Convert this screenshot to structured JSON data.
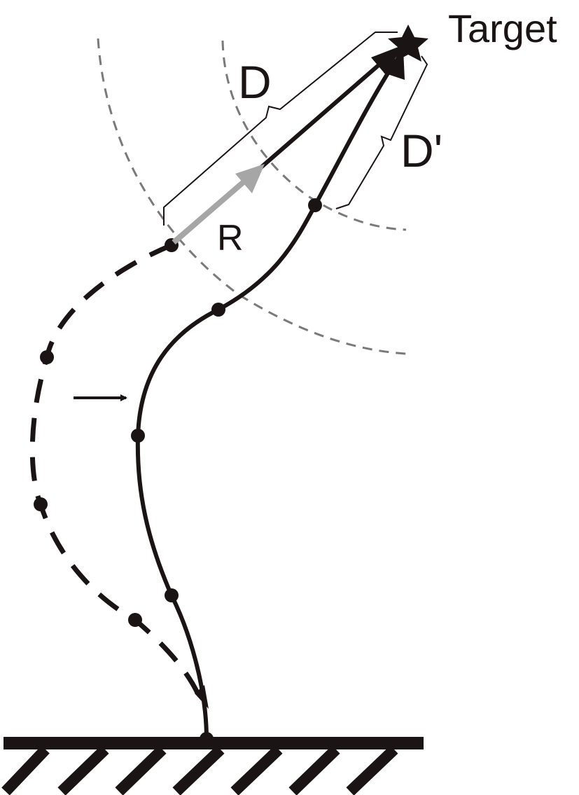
{
  "labels": {
    "target": "Target",
    "distance": "D",
    "distance_prime": "D'",
    "step": "R"
  },
  "colors": {
    "ink": "#1a1414",
    "guide": "#7a7a7a",
    "step_arrow": "#a6a6a6",
    "background": "#ffffff"
  }
}
